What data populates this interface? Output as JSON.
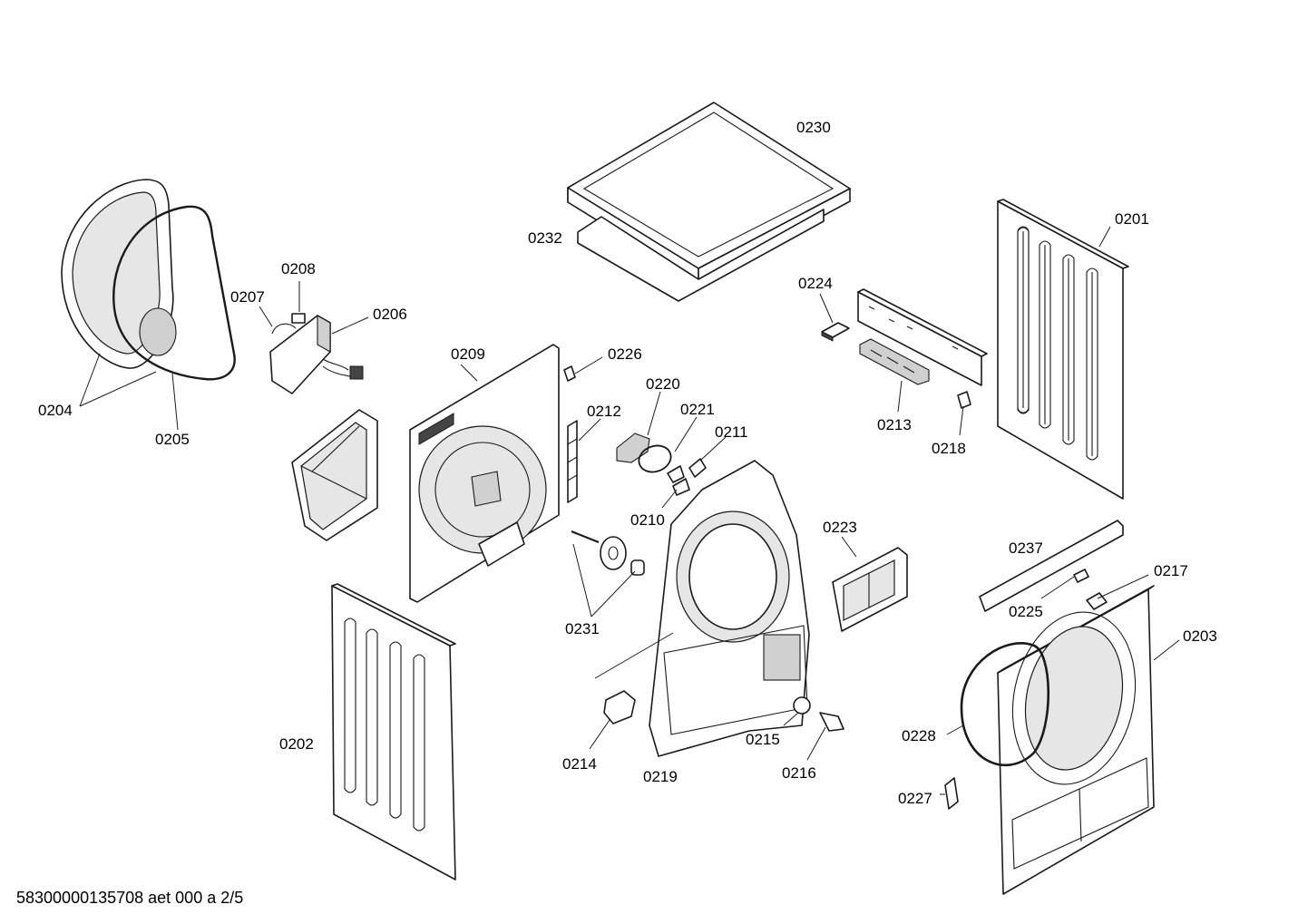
{
  "diagram": {
    "document_id": "58300000135708 aet 000 a 2/5",
    "parts": [
      {
        "id": "p0230",
        "number": "0230"
      },
      {
        "id": "p0232",
        "number": "0232"
      },
      {
        "id": "p0201",
        "number": "0201"
      },
      {
        "id": "p0224",
        "number": "0224"
      },
      {
        "id": "p0213",
        "number": "0213"
      },
      {
        "id": "p0218",
        "number": "0218"
      },
      {
        "id": "p0208",
        "number": "0208"
      },
      {
        "id": "p0207",
        "number": "0207"
      },
      {
        "id": "p0206",
        "number": "0206"
      },
      {
        "id": "p0204",
        "number": "0204"
      },
      {
        "id": "p0205",
        "number": "0205"
      },
      {
        "id": "p0209",
        "number": "0209"
      },
      {
        "id": "p0226",
        "number": "0226"
      },
      {
        "id": "p0220",
        "number": "0220"
      },
      {
        "id": "p0221",
        "number": "0221"
      },
      {
        "id": "p0211",
        "number": "0211"
      },
      {
        "id": "p0212",
        "number": "0212"
      },
      {
        "id": "p0210",
        "number": "0210"
      },
      {
        "id": "p0223",
        "number": "0223"
      },
      {
        "id": "p0237",
        "number": "0237"
      },
      {
        "id": "p0217",
        "number": "0217"
      },
      {
        "id": "p0225",
        "number": "0225"
      },
      {
        "id": "p0203",
        "number": "0203"
      },
      {
        "id": "p0231",
        "number": "0231"
      },
      {
        "id": "p0202",
        "number": "0202"
      },
      {
        "id": "p0214",
        "number": "0214"
      },
      {
        "id": "p0219",
        "number": "0219"
      },
      {
        "id": "p0215",
        "number": "0215"
      },
      {
        "id": "p0216",
        "number": "0216"
      },
      {
        "id": "p0228",
        "number": "0228"
      },
      {
        "id": "p0227",
        "number": "0227"
      }
    ]
  }
}
